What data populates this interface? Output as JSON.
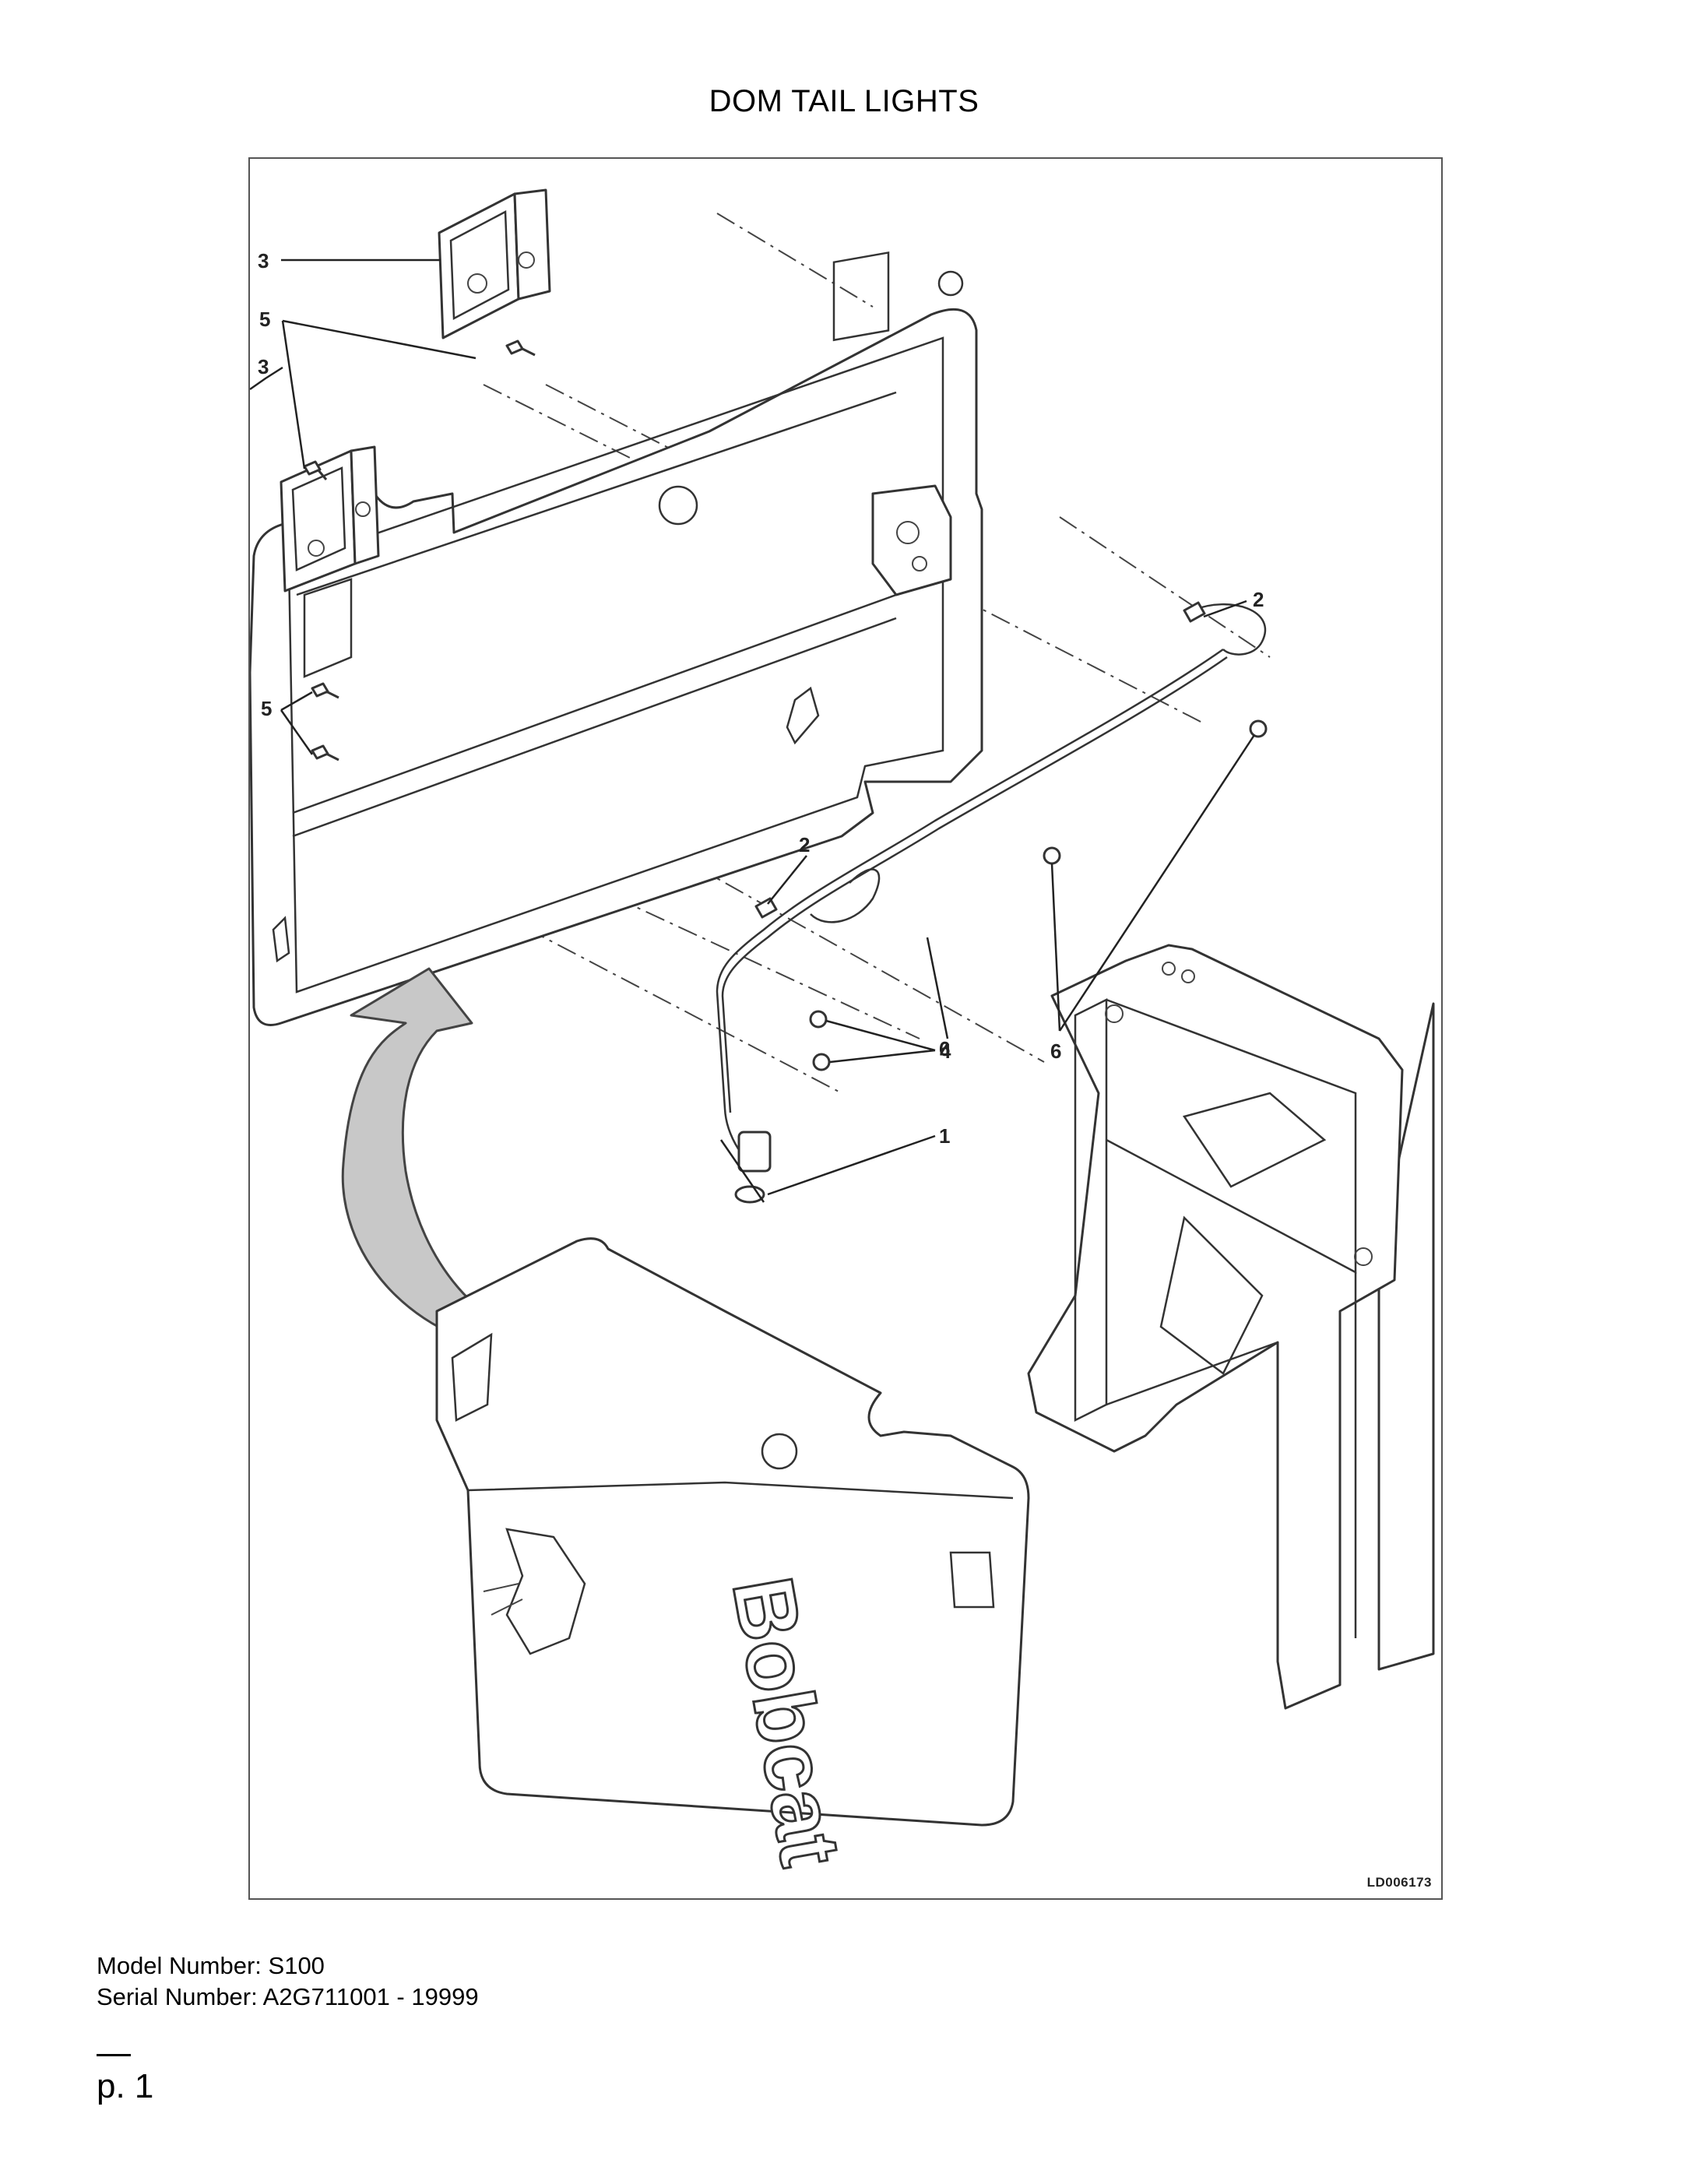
{
  "page": {
    "title": "DOM TAIL LIGHTS",
    "figure_code": "LD006173",
    "model_label": "Model Number: S100",
    "serial_label": "Serial Number: A2G711001 - 19999",
    "page_number": "p. 1"
  },
  "callouts": {
    "c1": "1",
    "c2a": "2",
    "c2b": "2",
    "c3a": "3",
    "c3b": "3",
    "c4": "4",
    "c5a": "5",
    "c5b": "5",
    "c6a": "6",
    "c6b": "6"
  },
  "decal": {
    "brand": "Bobcat"
  },
  "colors": {
    "arrow_fill": "#c8c8c8",
    "line": "#333333"
  }
}
